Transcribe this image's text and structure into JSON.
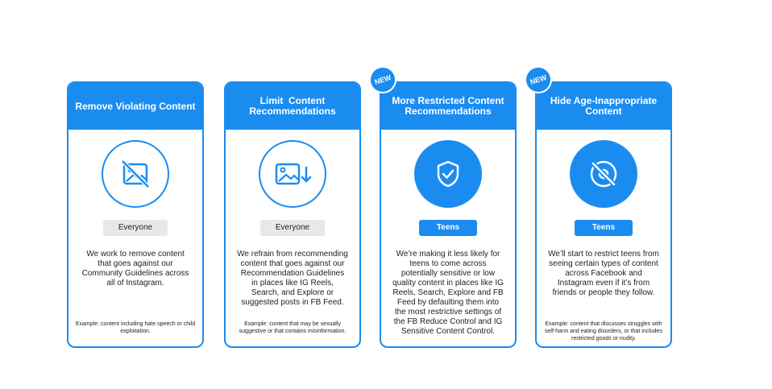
{
  "cards": [
    {
      "title": "Remove Violating Content",
      "icon": "image-slash-icon",
      "audience": "Everyone",
      "description": "We work to remove content that goes against our Community Guidelines across all of Instagram.",
      "example": "Example: content including hate speech or child exploitation."
    },
    {
      "title": "Limit  Content Recommendations",
      "icon": "image-arrow-down-icon",
      "audience": "Everyone",
      "description": "We refrain from recommending content that goes against our Recommendation Guidelines in places like IG Reels, Search, and Explore or suggested posts in FB Feed.",
      "example": "Example: content that may be sexually suggestive or that contains misinformation."
    },
    {
      "title": "More Restricted Content Recommendations",
      "icon": "shield-check-icon",
      "audience": "Teens",
      "new": "NEW",
      "description": "We’re making it less likely for teens to come across potentially sensitive or low quality content in places like IG Reels, Search, Explore and FB Feed by defaulting them into the most restrictive settings of the FB Reduce Control and IG Sensitive Content Control.",
      "example": ""
    },
    {
      "title": "Hide Age-Inappropriate Content",
      "icon": "eye-slash-icon",
      "audience": "Teens",
      "new": "NEW",
      "description": "We’ll start to restrict teens from seeing certain types of content across Facebook and Instagram even if it’s from friends or people they follow.",
      "example": "Example: content that discusses struggles with self-harm and eating disorders, or that includes restricted goods or nudity."
    }
  ],
  "colors": {
    "accent": "#1a8cf0",
    "badge_gray": "#e8e8e8",
    "text": "#1c1e21"
  }
}
